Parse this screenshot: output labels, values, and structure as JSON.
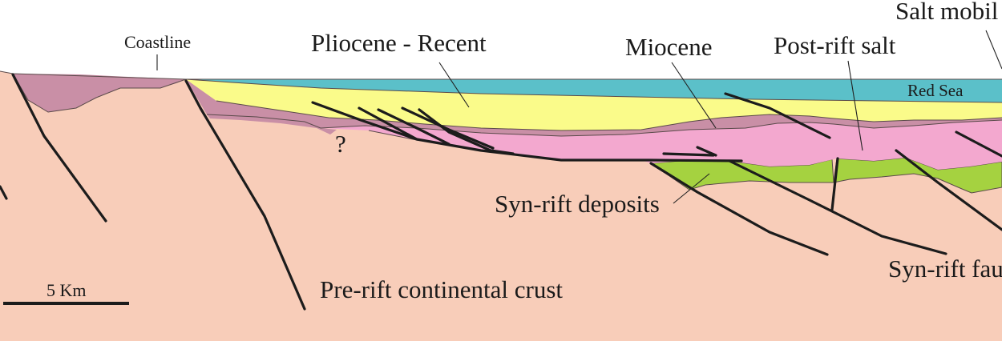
{
  "labels": {
    "coastline": "Coastline",
    "pliocene": "Pliocene - Recent",
    "miocene": "Miocene",
    "post_rift_salt": "Post-rift salt",
    "salt_mobilization": "Salt mobil",
    "red_sea": "Red Sea",
    "question": "?",
    "syn_rift_deposits": "Syn-rift deposits",
    "syn_rift_faults": "Syn-rift fau",
    "pre_rift_crust": "Pre-rift continental crust",
    "scale": "5 Km"
  },
  "colors": {
    "crust": "#f8cdb9",
    "mauve": "#c98fa6",
    "yellow": "#fafb8a",
    "sea": "#5bc0c9",
    "salt": "#f3a8cf",
    "synrift": "#a5d240"
  }
}
